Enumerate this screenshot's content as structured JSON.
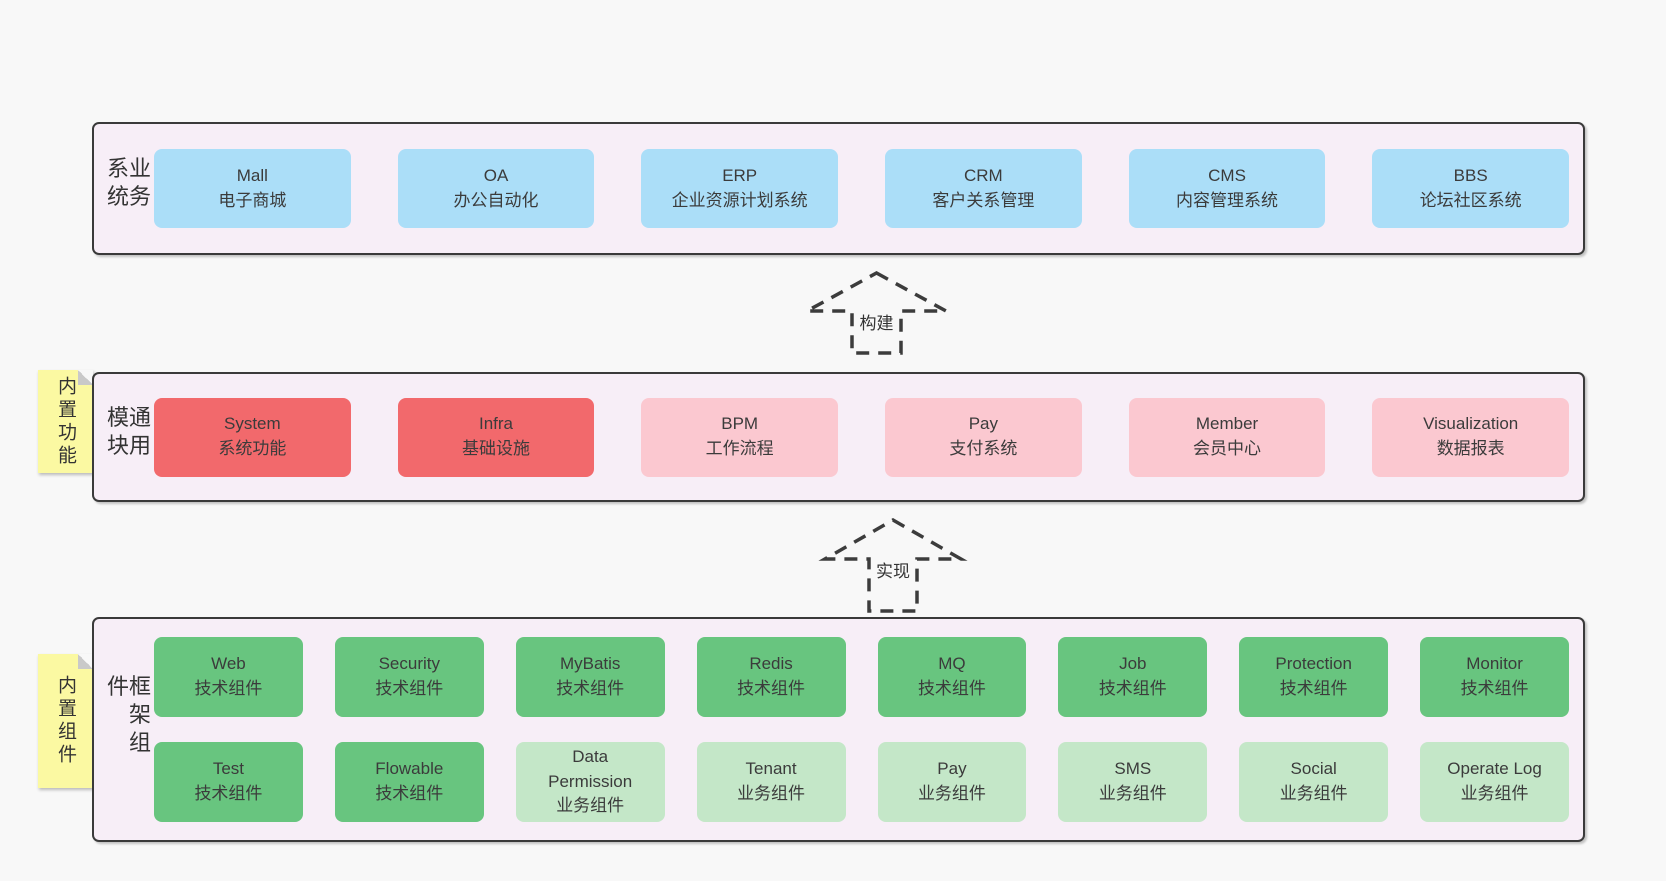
{
  "colors": {
    "page_bg": "#f8f8f8",
    "container_bg": "#f7eef7",
    "container_border": "#3a3a3a",
    "box_blue": "#abdef8",
    "box_red": "#f2696c",
    "box_pink": "#fbc8d0",
    "box_green_dark": "#68c57f",
    "box_green_light": "#c4e7c8",
    "note_yellow": "#fbf9a2",
    "text_color": "#3b3b3b"
  },
  "business_layer": {
    "label": "业务系统",
    "boxes": [
      {
        "name": "Mall",
        "desc": "电子商城",
        "variant": "blue"
      },
      {
        "name": "OA",
        "desc": "办公自动化",
        "variant": "blue"
      },
      {
        "name": "ERP",
        "desc": "企业资源计划系统",
        "variant": "blue"
      },
      {
        "name": "CRM",
        "desc": "客户关系管理",
        "variant": "blue"
      },
      {
        "name": "CMS",
        "desc": "内容管理系统",
        "variant": "blue"
      },
      {
        "name": "BBS",
        "desc": "论坛社区系统",
        "variant": "blue"
      }
    ]
  },
  "modules_layer": {
    "label": "通用模块",
    "note": "内置功能",
    "boxes": [
      {
        "name": "System",
        "desc": "系统功能",
        "variant": "red"
      },
      {
        "name": "Infra",
        "desc": "基础设施",
        "variant": "red"
      },
      {
        "name": "BPM",
        "desc": "工作流程",
        "variant": "pink"
      },
      {
        "name": "Pay",
        "desc": "支付系统",
        "variant": "pink"
      },
      {
        "name": "Member",
        "desc": "会员中心",
        "variant": "pink"
      },
      {
        "name": "Visualization",
        "desc": "数据报表",
        "variant": "pink"
      }
    ]
  },
  "components_layer": {
    "label": "框架组件",
    "note": "内置组件",
    "row1": [
      {
        "name": "Web",
        "desc": "技术组件",
        "variant": "green-dark"
      },
      {
        "name": "Security",
        "desc": "技术组件",
        "variant": "green-dark"
      },
      {
        "name": "MyBatis",
        "desc": "技术组件",
        "variant": "green-dark"
      },
      {
        "name": "Redis",
        "desc": "技术组件",
        "variant": "green-dark"
      },
      {
        "name": "MQ",
        "desc": "技术组件",
        "variant": "green-dark"
      },
      {
        "name": "Job",
        "desc": "技术组件",
        "variant": "green-dark"
      },
      {
        "name": "Protection",
        "desc": "技术组件",
        "variant": "green-dark"
      },
      {
        "name": "Monitor",
        "desc": "技术组件",
        "variant": "green-dark"
      }
    ],
    "row2": [
      {
        "name": "Test",
        "desc": "技术组件",
        "variant": "green-dark"
      },
      {
        "name": "Flowable",
        "desc": "技术组件",
        "variant": "green-dark"
      },
      {
        "name": "Data Permission",
        "desc": "业务组件",
        "variant": "green-light"
      },
      {
        "name": "Tenant",
        "desc": "业务组件",
        "variant": "green-light"
      },
      {
        "name": "Pay",
        "desc": "业务组件",
        "variant": "green-light"
      },
      {
        "name": "SMS",
        "desc": "业务组件",
        "variant": "green-light"
      },
      {
        "name": "Social",
        "desc": "业务组件",
        "variant": "green-light"
      },
      {
        "name": "Operate Log",
        "desc": "业务组件",
        "variant": "green-light"
      }
    ]
  },
  "arrows": {
    "build": "构建",
    "implement": "实现"
  }
}
